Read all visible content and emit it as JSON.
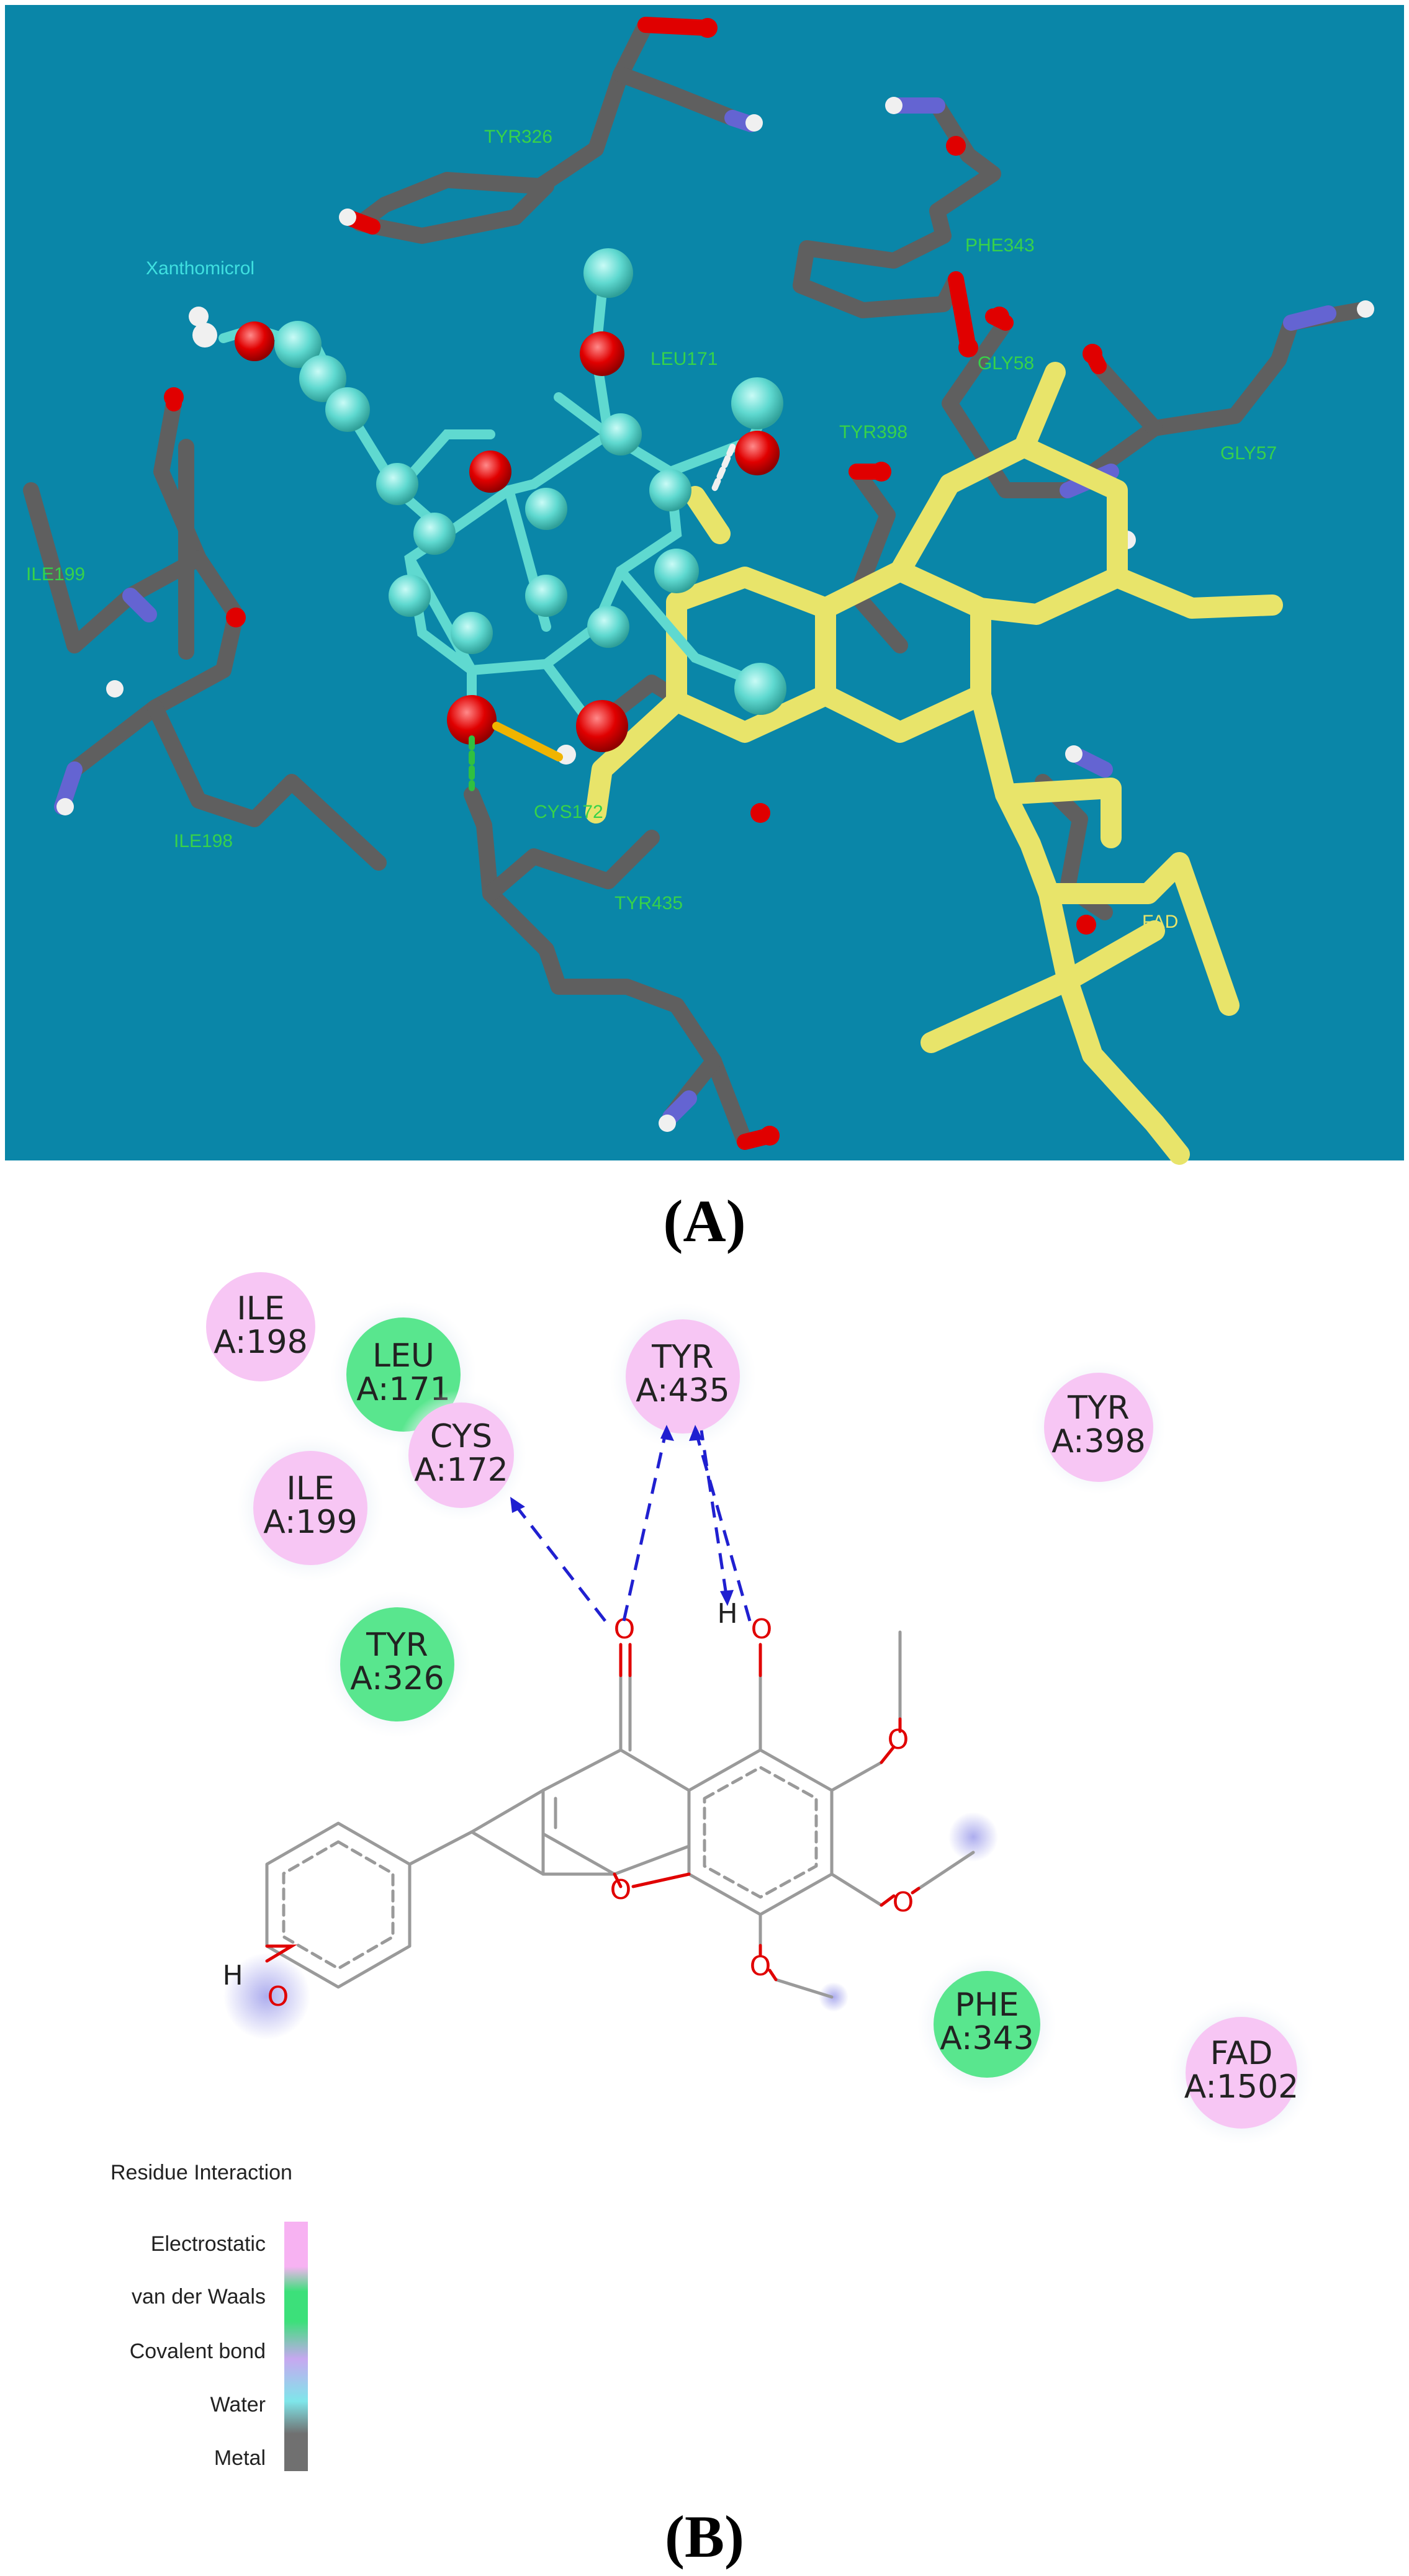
{
  "panel_a": {
    "caption": "(A)",
    "background": "#0a86a8",
    "ligand_label": "Xanthomicrol",
    "residue_labels": [
      "TYR326",
      "PHE343",
      "LEU171",
      "TYR398",
      "GLY58",
      "GLY57",
      "ILE199",
      "ILE198",
      "CYS172",
      "TYR435",
      "FAD"
    ],
    "colors": {
      "carbon": "#6b6b6b",
      "oxygen": "#e00000",
      "nitrogen": "#6464d2",
      "hydrogen": "#f0f0f0",
      "ligand": "#5fd9d0",
      "fad": "#e8e46a",
      "label_green": "#37d24a",
      "label_cyan": "#3fe0e0",
      "label_yellow": "#e8e46a"
    }
  },
  "panel_b": {
    "caption": "(B)",
    "residues": [
      {
        "name": "ILE",
        "id": "A:198",
        "type": "Electrostatic"
      },
      {
        "name": "LEU",
        "id": "A:171",
        "type": "van der Waals"
      },
      {
        "name": "TYR",
        "id": "A:435",
        "type": "Electrostatic"
      },
      {
        "name": "TYR",
        "id": "A:398",
        "type": "Electrostatic"
      },
      {
        "name": "CYS",
        "id": "A:172",
        "type": "Electrostatic"
      },
      {
        "name": "ILE",
        "id": "A:199",
        "type": "Electrostatic"
      },
      {
        "name": "TYR",
        "id": "A:326",
        "type": "van der Waals"
      },
      {
        "name": "PHE",
        "id": "A:343",
        "type": "van der Waals"
      },
      {
        "name": "FAD",
        "id": "A:1502",
        "type": "Electrostatic"
      }
    ],
    "atom_labels": {
      "oxygen": "O",
      "hydrogen": "H"
    },
    "legend": {
      "title": "Residue Interaction",
      "items": [
        {
          "label": "Electrostatic",
          "color": "#f7b2f2"
        },
        {
          "label": "van der Waals",
          "color": "#3ce07a"
        },
        {
          "label": "Covalent bond",
          "color": "#c7a8f0"
        },
        {
          "label": "Water",
          "color": "#7fe6ea"
        },
        {
          "label": "Metal",
          "color": "#707070"
        }
      ]
    },
    "colors": {
      "electrostatic": "#f7c6f4",
      "vdw": "#59e68e",
      "bond": "#9a9a9a",
      "oxygen": "#e00000",
      "hbond": "#2020d0"
    }
  }
}
